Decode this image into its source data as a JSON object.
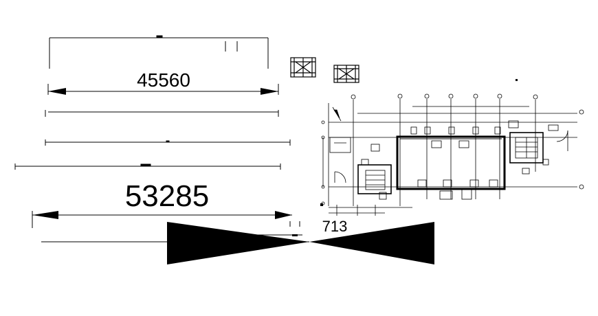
{
  "dimensions": {
    "top_length": "45560",
    "middle_length": "53285",
    "small_length": "713"
  },
  "icons": [
    "railing-detail-icon",
    "arrowhead-icon",
    "column-grid-icon",
    "stair-icon"
  ],
  "colors": {
    "ink": "#000000",
    "paper": "#ffffff"
  }
}
